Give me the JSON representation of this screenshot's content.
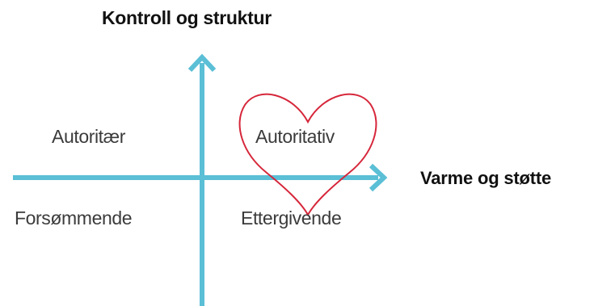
{
  "diagram": {
    "y_axis_title": "Kontroll og struktur",
    "x_axis_title": "Varme og støtte",
    "quadrants": {
      "top_left": "Autoritær",
      "top_right": "Autoritativ",
      "bottom_left": "Forsømmende",
      "bottom_right": "Ettergivende"
    },
    "highlight_icon": "heart-outline-icon",
    "colors": {
      "axis": "#5bbfd6",
      "heart": "#d6263a",
      "label": "#3b3b3b",
      "title": "#111111"
    }
  }
}
